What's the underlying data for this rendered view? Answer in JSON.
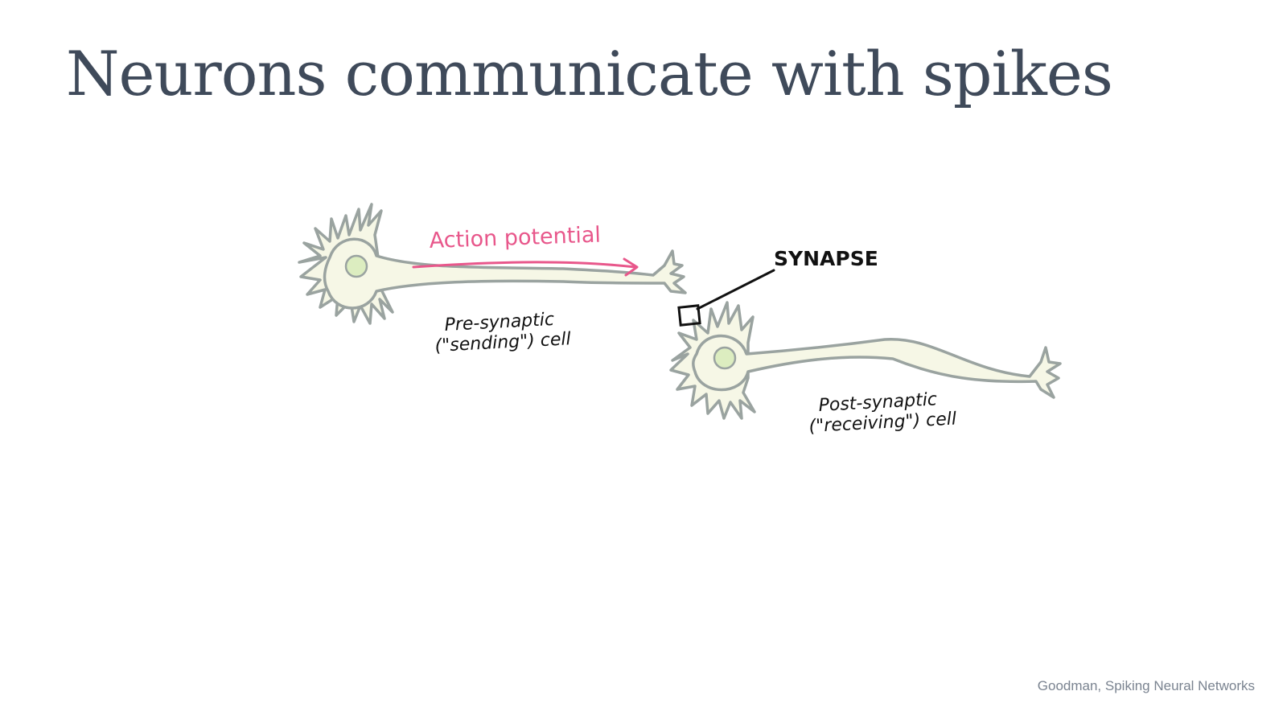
{
  "slide": {
    "title": "Neurons communicate with spikes",
    "footer_credit": "Goodman, Spiking Neural Networks"
  },
  "diagram": {
    "action_potential_label": "Action potential",
    "synapse_label": "SYNAPSE",
    "pre_cell_label_line1": "Pre-synaptic",
    "pre_cell_label_line2": "(\"sending\") cell",
    "post_cell_label_line1": "Post-synaptic",
    "post_cell_label_line2": "(\"receiving\") cell",
    "colors": {
      "cell_fill": "#f6f7e6",
      "cell_outline": "#9aa3a0",
      "nucleus_fill": "#dcedc0",
      "arrow": "#e8578b",
      "ink": "#111111",
      "title": "#3f4a5a"
    }
  }
}
